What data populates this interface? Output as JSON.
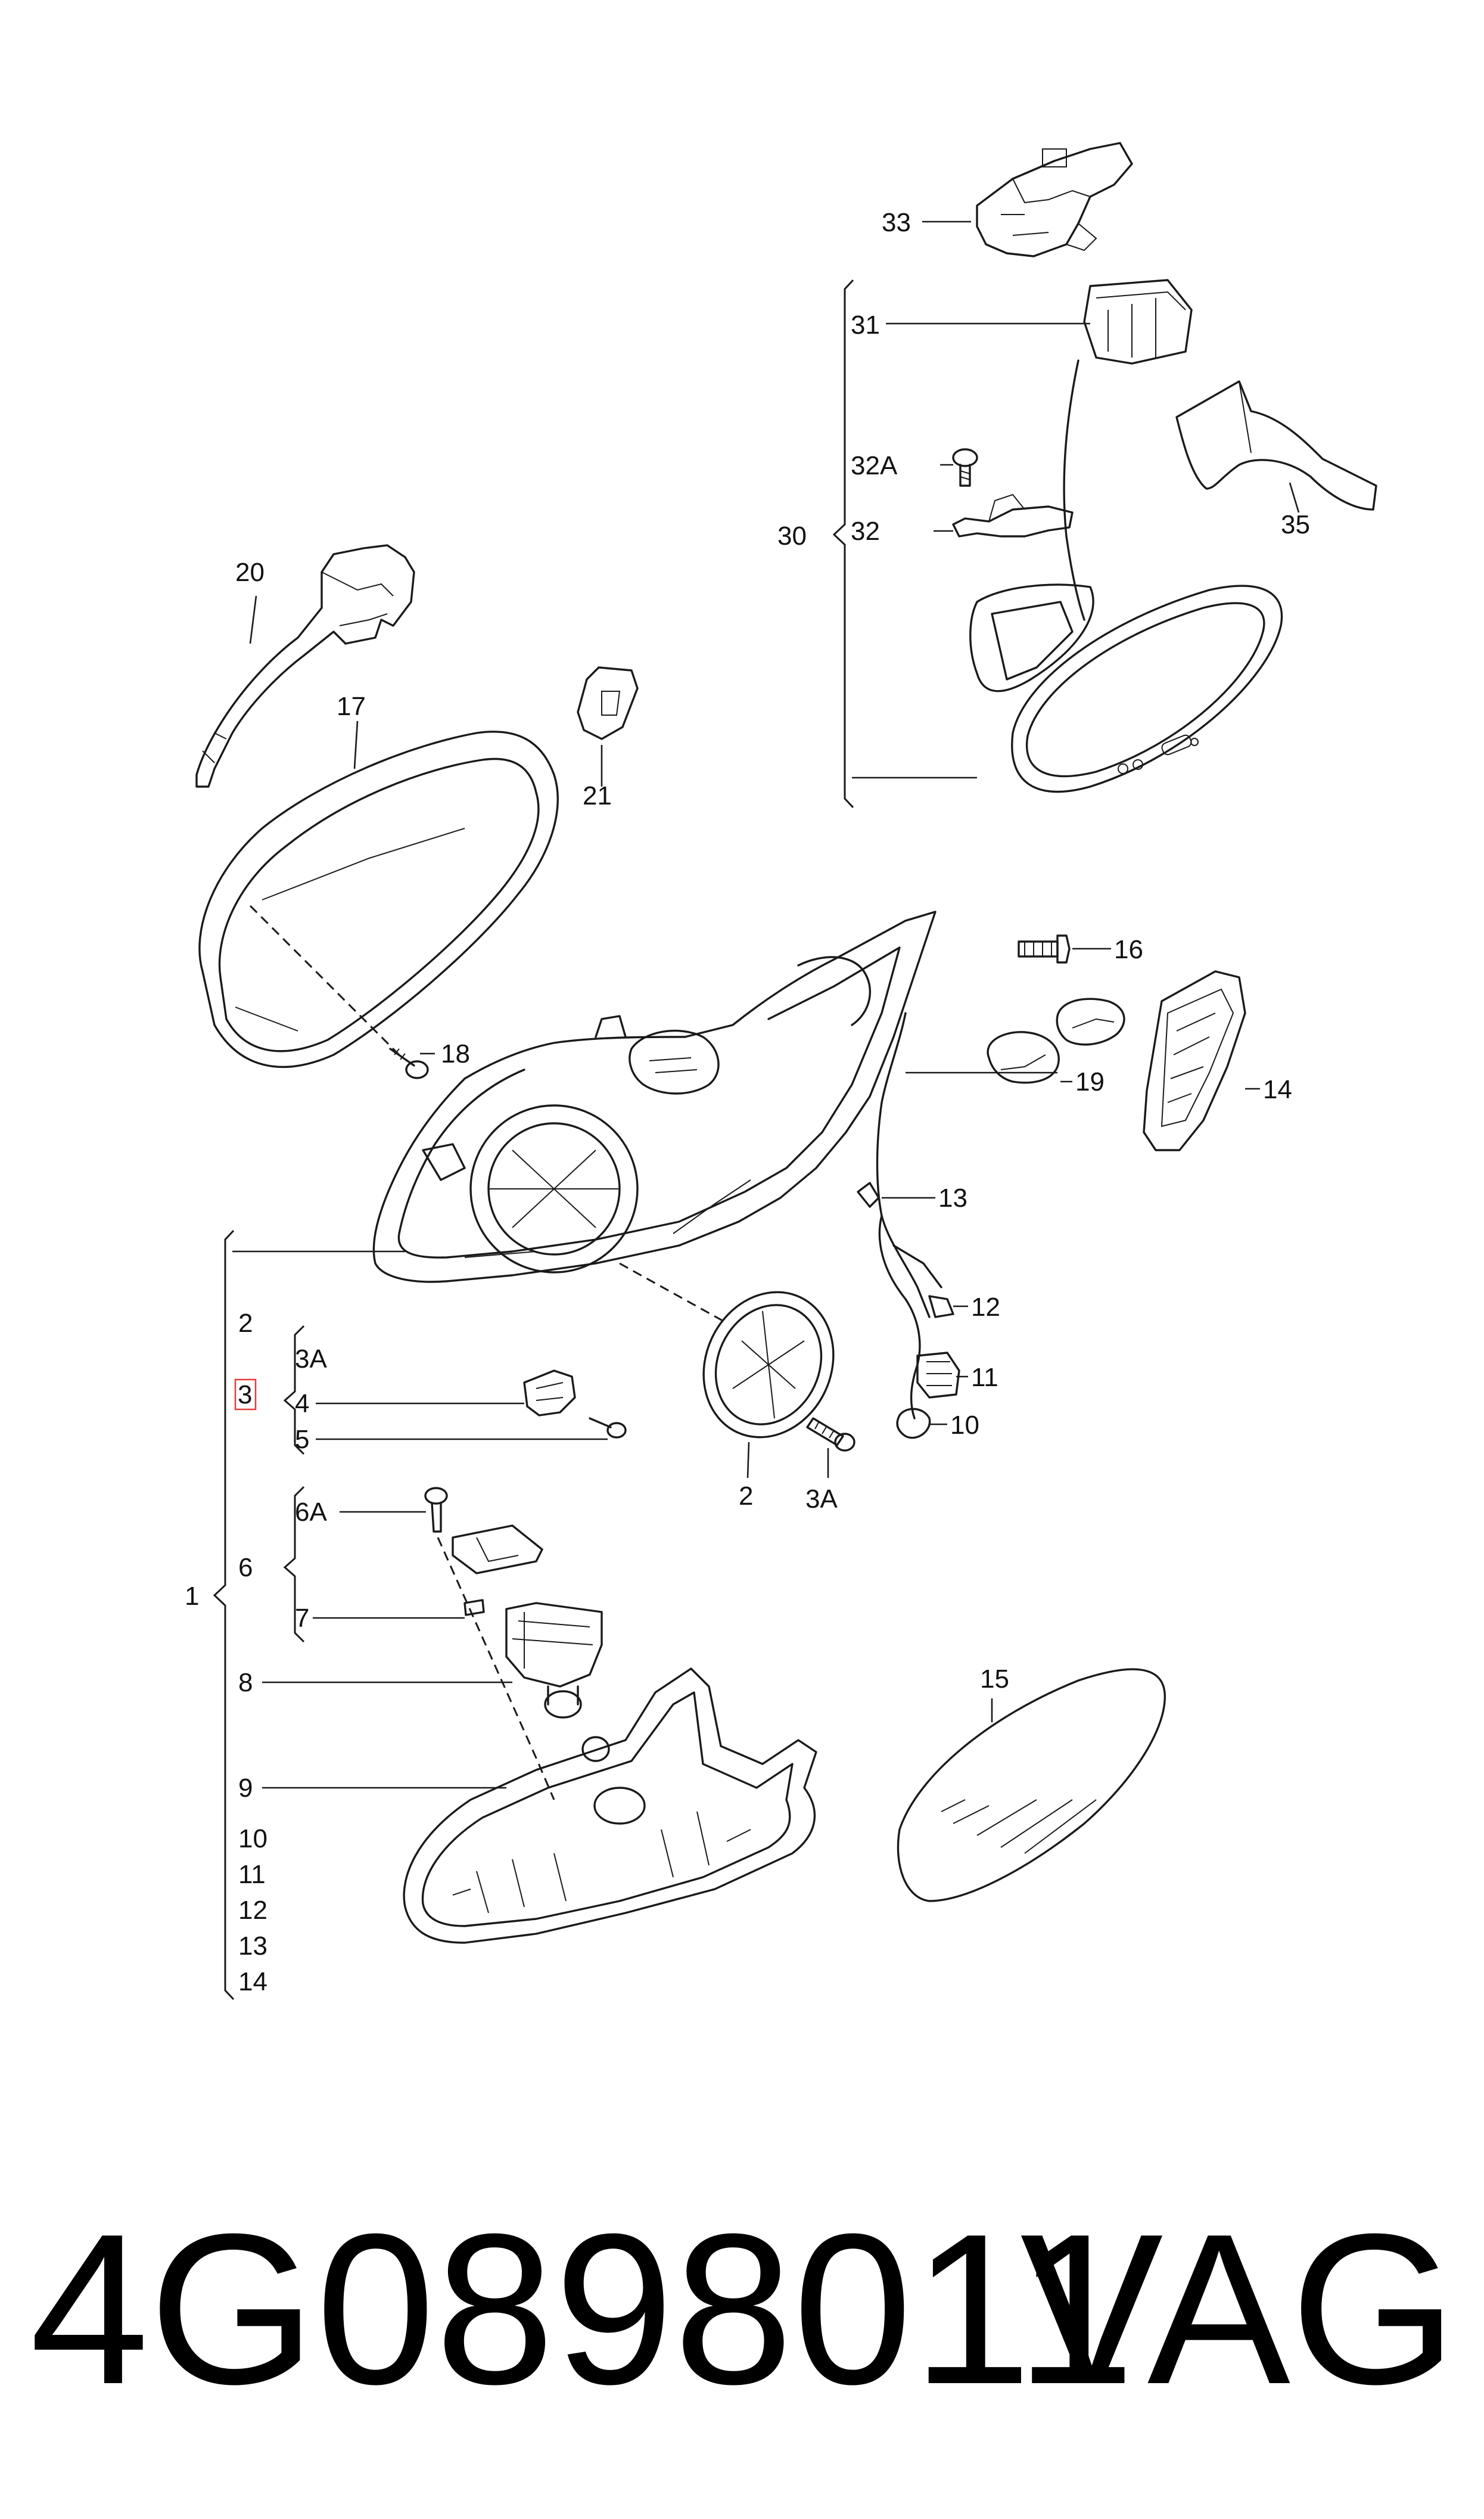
{
  "callouts": {
    "c1": "1",
    "c2a": "2",
    "c2b": "2",
    "c3": "3",
    "c3a_a": "3A",
    "c3a_b": "3A",
    "c4": "4",
    "c5": "5",
    "c6": "6",
    "c6a": "6A",
    "c7": "7",
    "c8": "8",
    "c9": "9",
    "c10a": "10",
    "c10b": "10",
    "c11a": "11",
    "c11b": "11",
    "c12a": "12",
    "c12b": "12",
    "c13a": "13",
    "c13b": "13",
    "c14a": "14",
    "c14b": "14",
    "c15": "15",
    "c16": "16",
    "c17": "17",
    "c18": "18",
    "c19": "19",
    "c20": "20",
    "c21": "21",
    "c30": "30",
    "c31": "31",
    "c32": "32",
    "c32a": "32A",
    "c33": "33",
    "c35": "35"
  },
  "footer": {
    "part_number": "4G0898011",
    "brand": "VAG"
  },
  "colors": {
    "line": "#1a1a1a",
    "highlight": "#e23b3b",
    "background": "#ffffff"
  }
}
